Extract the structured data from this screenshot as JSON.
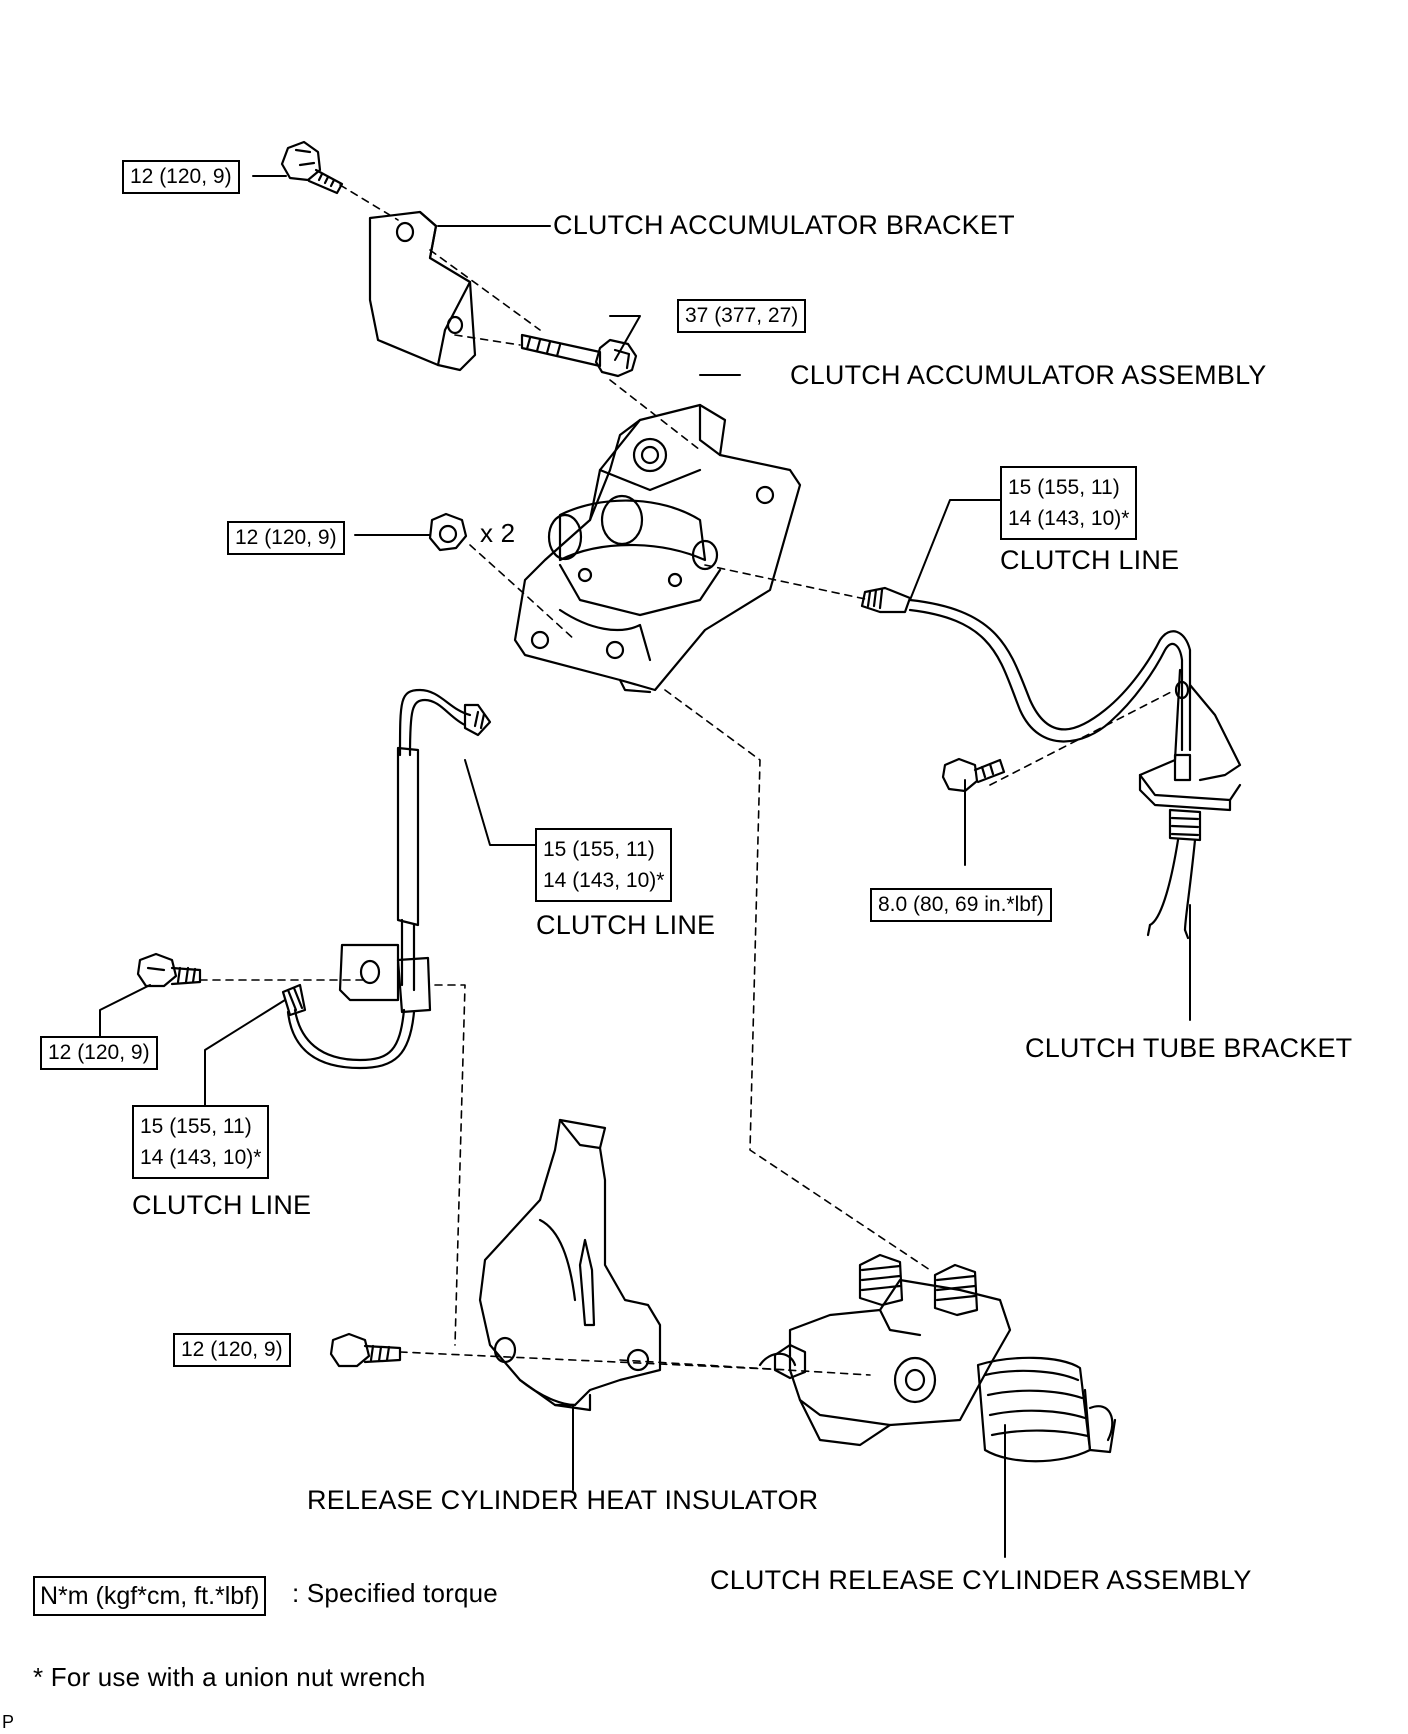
{
  "parts": {
    "accumulator_bracket": "CLUTCH ACCUMULATOR BRACKET",
    "accumulator_assembly": "CLUTCH ACCUMULATOR ASSEMBLY",
    "clutch_line": "CLUTCH LINE",
    "tube_bracket": "CLUTCH TUBE BRACKET",
    "heat_insulator": "RELEASE CYLINDER HEAT INSULATOR",
    "release_cylinder": "CLUTCH RELEASE CYLINDER ASSEMBLY"
  },
  "torques": {
    "t12": "12 (120, 9)",
    "t37": "37 (377, 27)",
    "t15": "15 (155, 11)",
    "t14": "14 (143, 10)*",
    "t8": "8.0 (80, 69 in.*lbf)"
  },
  "quantity": "x 2",
  "legend": {
    "unit_box": "N*m (kgf*cm, ft.*lbf)",
    "unit_text": ": Specified torque",
    "footnote": "* For use with a union nut wrench"
  },
  "corner_mark": "P"
}
